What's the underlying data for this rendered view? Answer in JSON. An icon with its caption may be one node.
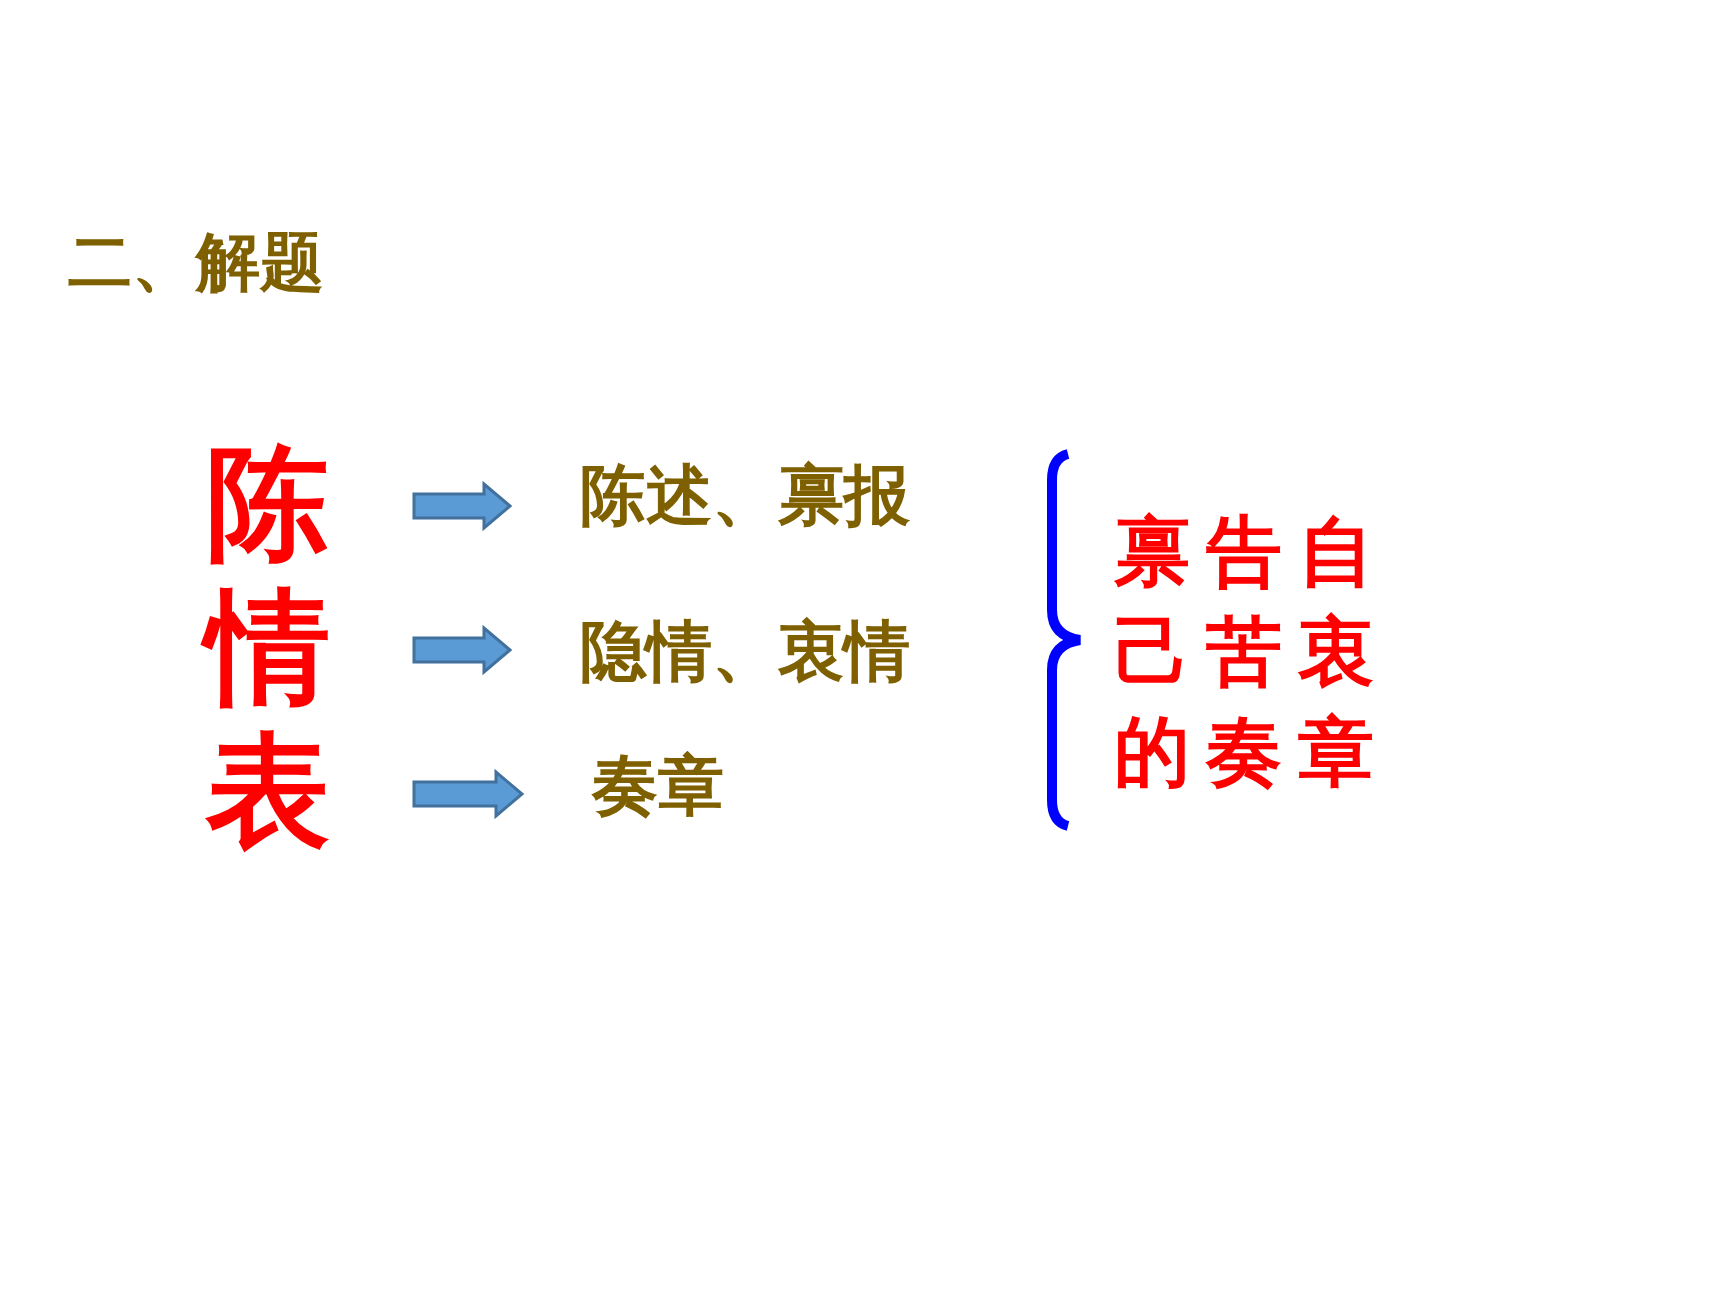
{
  "diagram": {
    "title": "二、解题",
    "nodes": [
      {
        "text": [
          "陈"
        ]
      },
      {
        "text": [
          "情"
        ]
      },
      {
        "text": [
          "表"
        ]
      },
      {
        "text": [
          "陈述、禀报"
        ]
      },
      {
        "text": [
          "隐情、衷情"
        ]
      },
      {
        "text": [
          "奏章"
        ]
      }
    ],
    "edges": [
      {
        "from": 0,
        "to": 3,
        "arrow": "to"
      },
      {
        "from": 1,
        "to": 4,
        "arrow": "to"
      },
      {
        "from": 2,
        "to": 5,
        "arrow": "to"
      }
    ],
    "labels": [
      "禀告自己苦衷的奏章"
    ]
  }
}
